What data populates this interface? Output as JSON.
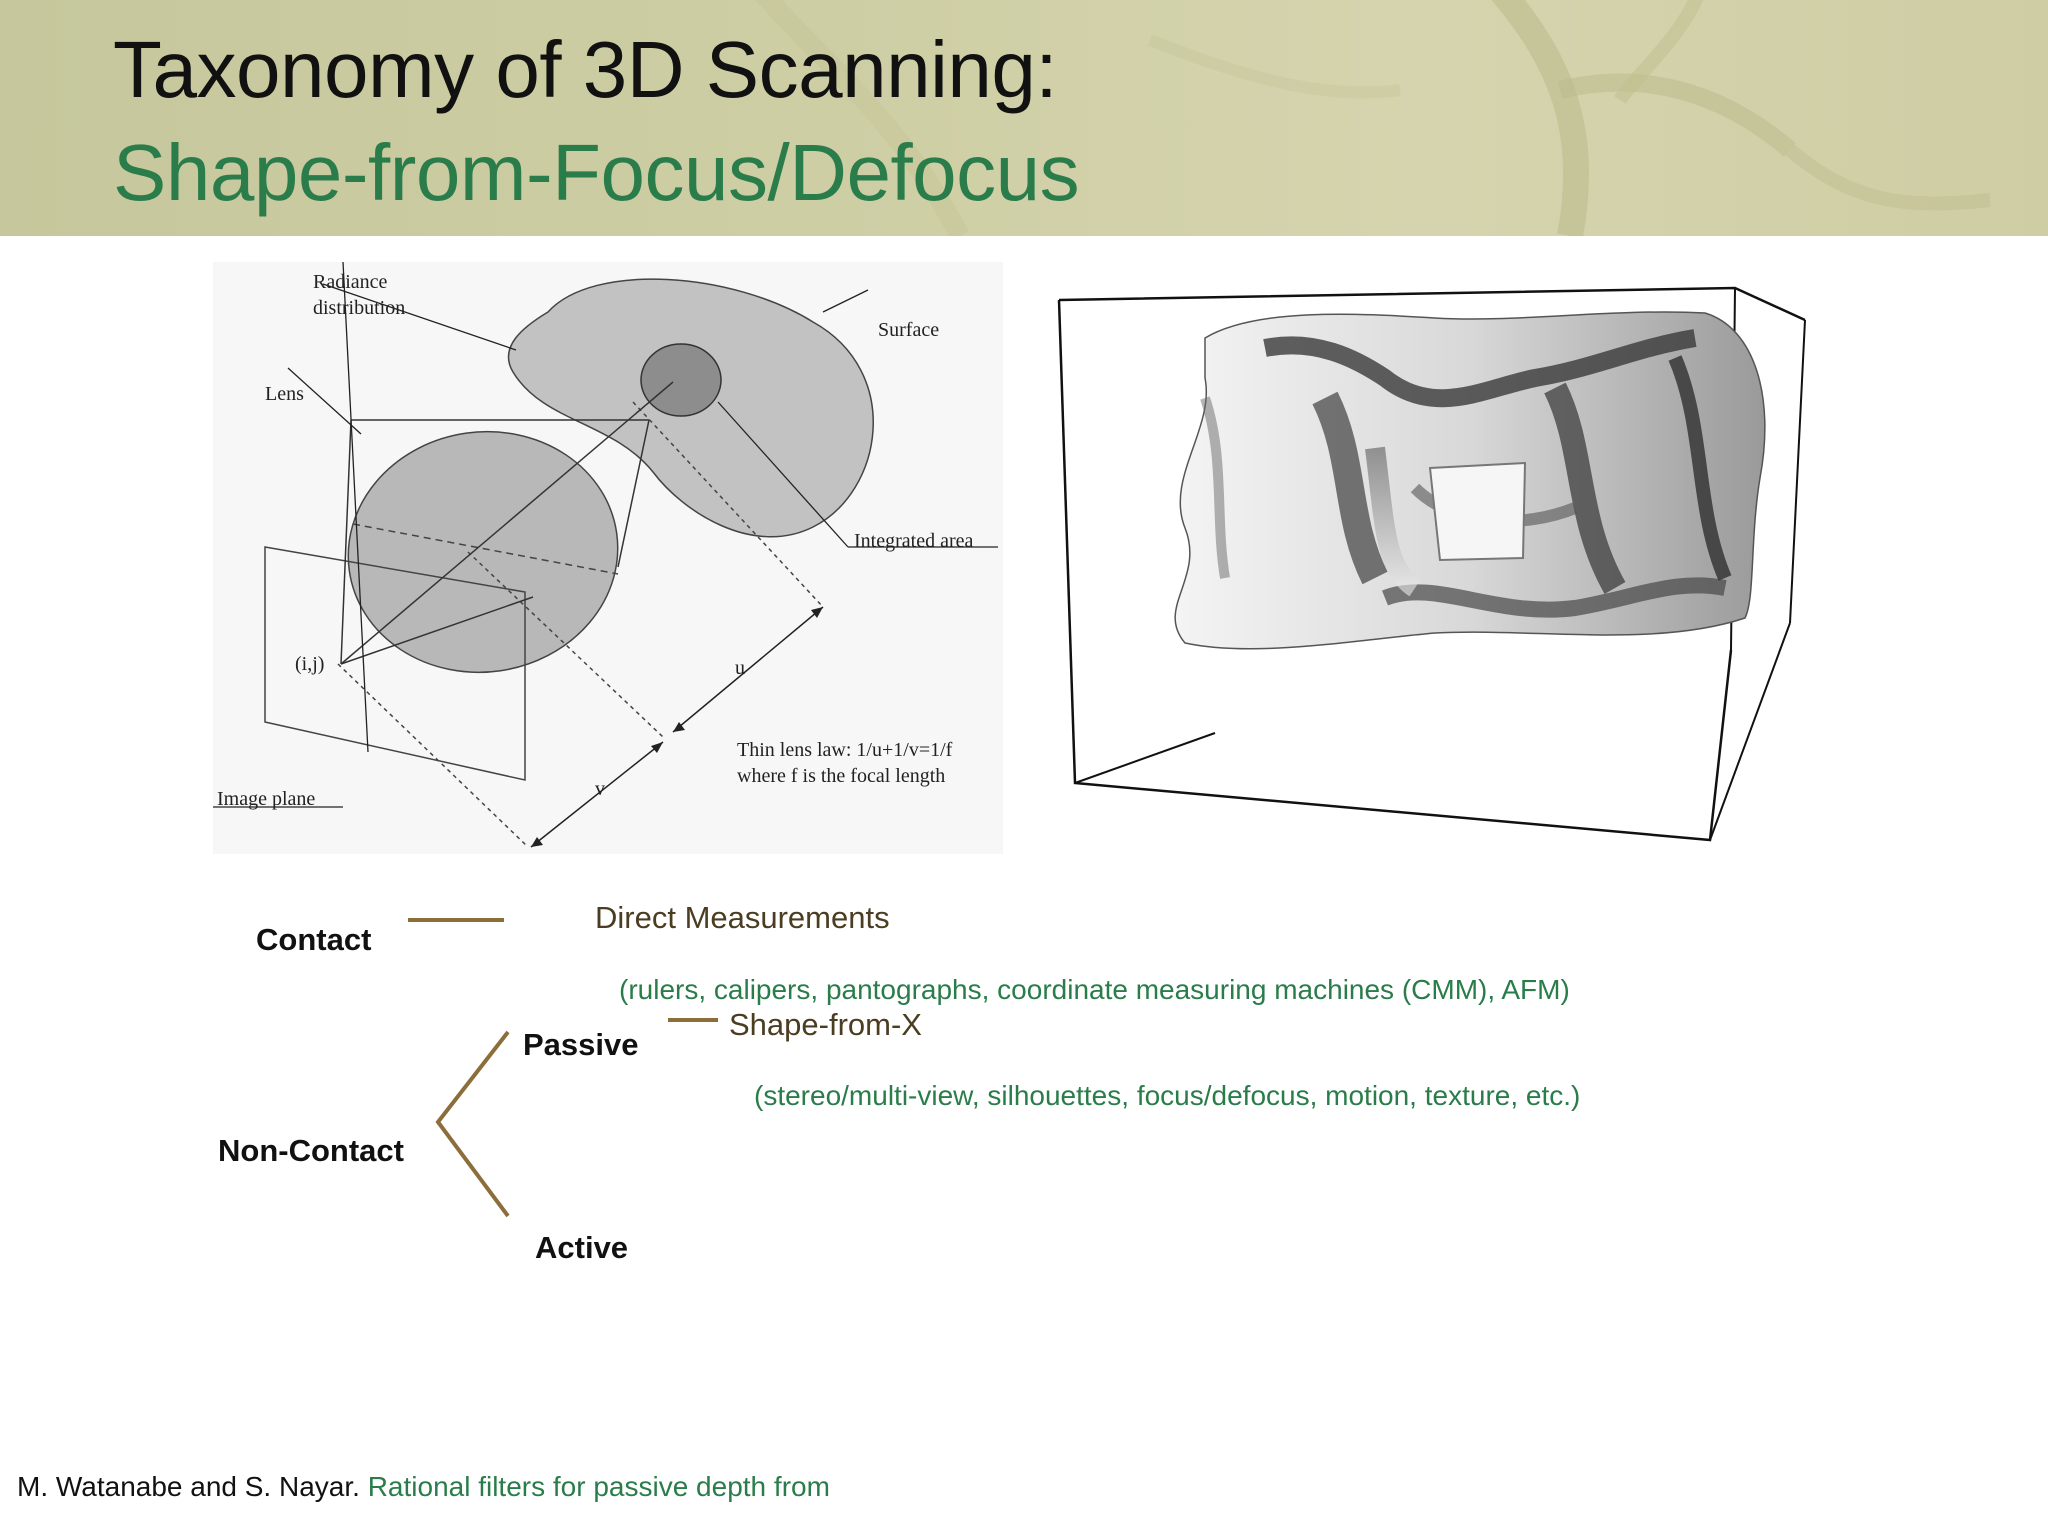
{
  "header": {
    "title_line1": "Taxonomy of 3D Scanning:",
    "title_line2": "Shape-from-Focus/Defocus",
    "title_color": "#111111",
    "subtitle_color": "#2a7d4a",
    "background_color": "#cfcfa6"
  },
  "diagram": {
    "label_radiance_1": "Radiance",
    "label_radiance_2": "distribution",
    "label_surface": "Surface",
    "label_lens": "Lens",
    "label_integrated": "Integrated area",
    "label_ij": "(i,j)",
    "label_u": "u",
    "label_v": "v",
    "label_image_plane": "Image plane",
    "law_line1": "Thin lens law: 1/u+1/v=1/f",
    "law_line2": "where f is the focal length"
  },
  "taxonomy": {
    "contact": "Contact",
    "direct_measurements": "Direct Measurements",
    "direct_examples": "(rulers, calipers, pantographs, coordinate measuring machines (CMM), AFM)",
    "non_contact": "Non-Contact",
    "passive": "Passive",
    "shape_from_x": "Shape-from-X",
    "shape_examples": "(stereo/multi-view, silhouettes, focus/defocus, motion, texture, etc.)",
    "active": "Active",
    "line_color": "#8b6e3a"
  },
  "citation": {
    "authors": "M. Watanabe and S. Nayar.",
    "link_text": "Rational filters for passive depth from"
  }
}
